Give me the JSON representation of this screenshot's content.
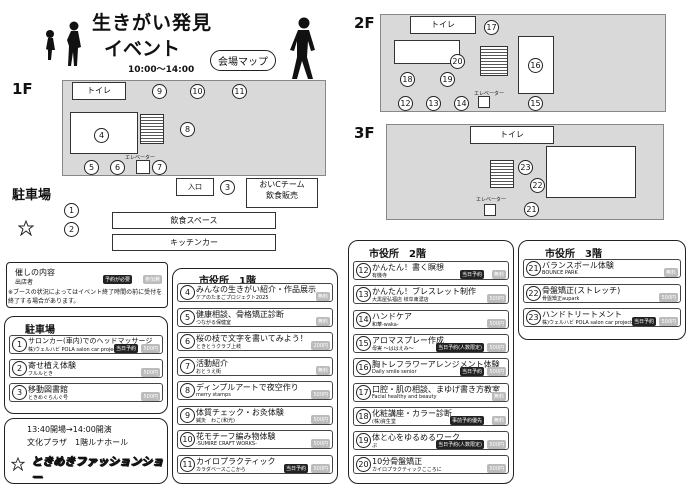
{
  "header": {
    "title_line1": "生きがい発見",
    "title_line2": "イベント",
    "time": "10:00〜14:00",
    "map_label": "会場マップ"
  },
  "floors": {
    "f1": "1F",
    "f2": "2F",
    "f3": "3F"
  },
  "map": {
    "toilet": "トイレ",
    "elevator": "エレベーター",
    "entrance": "入口",
    "food_stall_1": "おいCチーム",
    "food_stall_2": "飲食販売",
    "parking": "駐車場",
    "food_space": "飲食スペース",
    "kitchen_car": "キッチンカー",
    "f1_numbers": [
      "1",
      "2",
      "3",
      "4",
      "5",
      "6",
      "7",
      "8",
      "9",
      "10",
      "11"
    ],
    "f2_numbers": [
      "12",
      "13",
      "14",
      "15",
      "16",
      "17",
      "18",
      "19",
      "20"
    ],
    "f3_numbers": [
      "21",
      "22",
      "23"
    ]
  },
  "legend": {
    "title": "催しの内容",
    "sub": "出店者",
    "reserve": "予約が必要",
    "fee": "参加費",
    "note": "※ブースの状況によってはイベント終了時間の前に受付を終了する場合があります。"
  },
  "parking_panel": {
    "title": "駐車場",
    "rows": [
      {
        "num": "1",
        "t1": "サロンカー(車内)でのヘッドマッサージ",
        "t2": "株)ウェルハビ POLA salon car project",
        "tag": "当日予約",
        "fee": "500円"
      },
      {
        "num": "2",
        "t1": "寄せ植え体験",
        "t2": "フルルとき",
        "tag": "",
        "fee": "500円"
      },
      {
        "num": "3",
        "t1": "移動図書館",
        "t2": "ときめぐらんぐ号",
        "tag": "",
        "fee": "500円"
      }
    ]
  },
  "fashion": {
    "line1": "13:40開場→14:00開演",
    "line2": "文化プラザ　1階ルナホール",
    "logo": "ときめきファッションショー"
  },
  "city1": {
    "title": "市役所　1階",
    "rows": [
      {
        "num": "4",
        "t1": "みんなの生きがい紹介・作品展示",
        "t2": "ケアのたまごプロジェクト2025",
        "tag": "",
        "fee": "無料"
      },
      {
        "num": "5",
        "t1": "健康相談、骨格矯正診断",
        "t2": "つながる保健室",
        "tag": "",
        "fee": "無料"
      },
      {
        "num": "6",
        "t1": "桜の枝で文字を書いてみよう！",
        "t2": "ときとうクラブ上岐",
        "tag": "",
        "fee": "200円"
      },
      {
        "num": "7",
        "t1": "活動紹介",
        "t2": "おとうえ街",
        "tag": "",
        "fee": "無料"
      },
      {
        "num": "8",
        "t1": "ディンプルアートで夜空作り",
        "t2": "merry stamps",
        "tag": "",
        "fee": "500円"
      },
      {
        "num": "9",
        "t1": "体質チェック・お灸体験",
        "t2": "鍼灸　わこ(和光)",
        "tag": "",
        "fee": "500円"
      },
      {
        "num": "10",
        "t1": "花モチーフ編み物体験",
        "t2": "-SUMIRE CRAFT WORKS-",
        "tag": "",
        "fee": "500円"
      },
      {
        "num": "11",
        "t1": "カイロプラクティック",
        "t2": "カラダベースここから",
        "tag": "当日予約",
        "fee": "500円"
      }
    ]
  },
  "city2": {
    "title": "市役所　2階",
    "rows": [
      {
        "num": "12",
        "t1": "かんたん！書く瞑想",
        "t2": "有機寺",
        "tag": "当日予約",
        "fee": "無料"
      },
      {
        "num": "13",
        "t1": "かんたん！ブレスレット制作",
        "t2": "大黒屋弘福店 岐阜東濃店",
        "tag": "",
        "fee": "500円"
      },
      {
        "num": "14",
        "t1": "ハンドケア",
        "t2": "和華-waka-",
        "tag": "",
        "fee": "500円"
      },
      {
        "num": "15",
        "t1": "アロマスプレー作成",
        "t2": "母実 〜ははえみ〜",
        "tag": "当日予約(人数限定)",
        "fee": "500円"
      },
      {
        "num": "16",
        "t1": "胸トレフラワーアレンジメント体験",
        "t2": "Daily smile senior",
        "tag": "当日予約",
        "fee": "500円"
      },
      {
        "num": "17",
        "t1": "口腔・肌の相談、まゆげ書き方教室",
        "t2": "Facial healthy and beauty",
        "tag": "",
        "fee": "無料"
      },
      {
        "num": "18",
        "t1": "化粧講座・カラー診断",
        "t2": "(株)資生堂",
        "tag": "事前予約優先",
        "fee": "無料"
      },
      {
        "num": "19",
        "t1": "体と心をゆるめるワーク",
        "t2": "ぷ",
        "tag": "当日予約(人数限定)",
        "fee": "500円"
      },
      {
        "num": "20",
        "t1": "10分骨盤矯正",
        "t2": "カイロプラクティックこころに",
        "tag": "",
        "fee": "500円"
      }
    ]
  },
  "city3": {
    "title": "市役所　3階",
    "rows": [
      {
        "num": "21",
        "t1": "バランスボール体験",
        "t2": "BOUNCE PARK",
        "tag": "",
        "fee": "無料"
      },
      {
        "num": "22",
        "t1": "骨盤矯正(ストレッチ)",
        "t2": "骨盤矯正aupark",
        "tag": "",
        "fee": "500円"
      },
      {
        "num": "23",
        "t1": "ハンドトリートメント",
        "t2": "株)ウェルハビ POLA salon car project",
        "tag": "当日予約",
        "fee": "500円"
      }
    ]
  }
}
